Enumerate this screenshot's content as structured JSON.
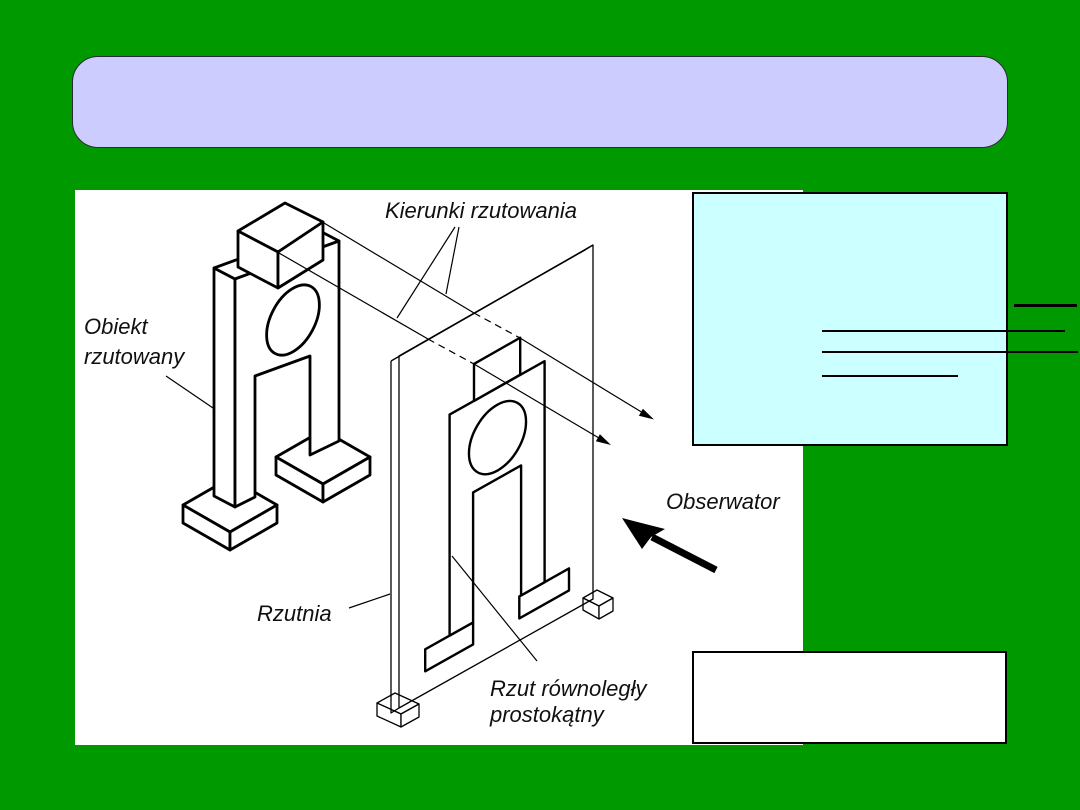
{
  "slide": {
    "background_color": "#009A00",
    "title_bar": {
      "text": "",
      "fill": "#CCCCFF"
    },
    "callout_top": {
      "text": "",
      "fill": "#CCFFFF"
    },
    "callout_bottom": {
      "text": "",
      "fill": "#FFFFFF"
    }
  },
  "diagram": {
    "line_color": "#000000",
    "labels": {
      "directions": "Kierunki rzutowania",
      "object_line1": "Obiekt",
      "object_line2": "rzutowany",
      "plane": "Rzutnia",
      "observer": "Obserwator",
      "projection_line1": "Rzut równoległy",
      "projection_line2": "prostokątny"
    }
  }
}
